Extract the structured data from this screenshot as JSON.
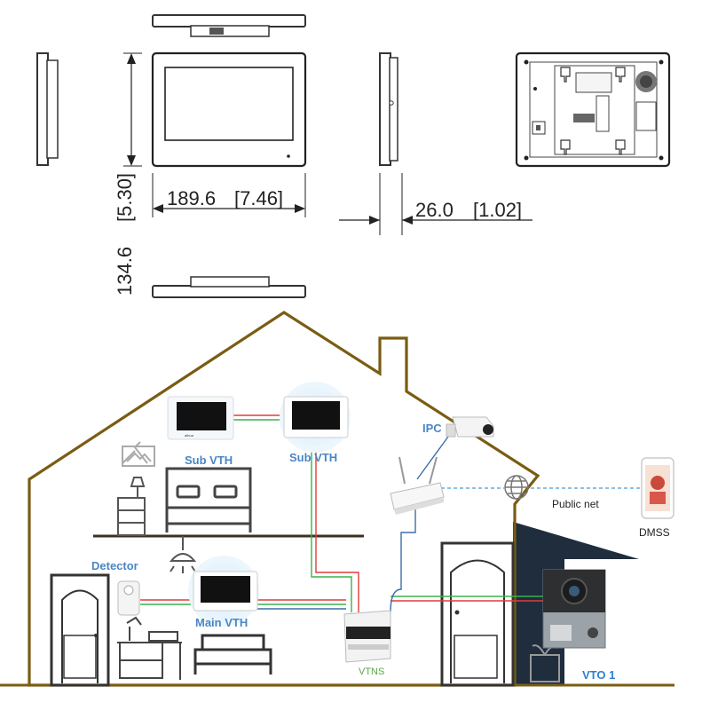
{
  "drawing": {
    "width_mm": "189.6",
    "width_in": "[7.46]",
    "height_mm": "134.6",
    "height_in": "[5.30]",
    "depth_mm": "26.0",
    "depth_in": "[1.02]"
  },
  "diagram": {
    "sub_vth_1": "Sub VTH",
    "sub_vth_2": "Sub VTH",
    "main_vth": "Main VTH",
    "ipc": "IPC",
    "detector": "Detector",
    "vtns": "VTNS",
    "vto": "VTO 1",
    "public_net": "Public net",
    "dmss": "DMSS"
  },
  "colors": {
    "house_outline": "#7a5c12",
    "wire_red": "#e23b3b",
    "wire_green": "#39b24a",
    "wire_blue": "#3b6ea8",
    "label_blue": "#4a86c5"
  }
}
